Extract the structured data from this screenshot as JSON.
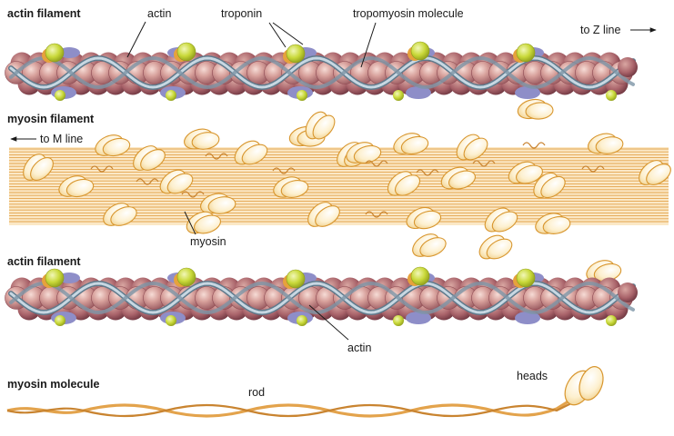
{
  "sections": {
    "actin_top": "actin filament",
    "myosin": "myosin filament",
    "actin_bottom": "actin filament",
    "molecule": "myosin molecule"
  },
  "labels": {
    "actin_top": "actin",
    "troponin": "troponin",
    "tropomyosin": "tropomyosin molecule",
    "to_z_line": "to Z line",
    "to_m_line": "to M line",
    "myosin": "myosin",
    "actin_bottom": "actin",
    "rod": "rod",
    "heads": "heads"
  },
  "colors": {
    "actin_bead": "#c98a8a",
    "actin_bead_dark": "#8e4a52",
    "tropomyosin": "#9fb6c6",
    "troponin_green": "#c9d93a",
    "troponin_orange": "#e6a23c",
    "troponin_purple": "#8e8ec8",
    "myosin_fiber": "#e3a34c",
    "myosin_head_fill": "#fdf3d7",
    "myosin_head_stroke": "#d8962e"
  },
  "icons": {
    "right_arrow": "arrow-right-icon",
    "left_arrow": "arrow-left-icon"
  }
}
